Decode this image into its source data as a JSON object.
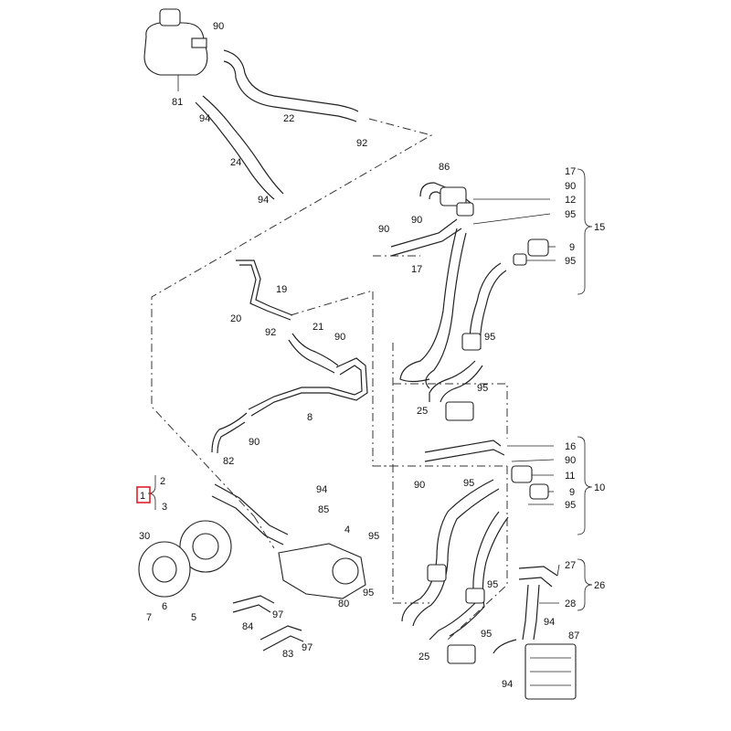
{
  "callouts": {
    "c81": "81",
    "c90a": "90",
    "c94a": "94",
    "c22": "22",
    "c92a": "92",
    "c24": "24",
    "c94b": "94",
    "c86": "86",
    "c90b": "90",
    "c90c": "90",
    "c17a": "17",
    "c19": "19",
    "c20": "20",
    "c92b": "92",
    "c21": "21",
    "c90d": "90",
    "c95a": "95",
    "c95b": "95",
    "c25a": "25",
    "c8": "8",
    "c82": "82",
    "c90e": "90",
    "c90f": "90",
    "c95c": "95",
    "c2": "2",
    "c1": "1",
    "c3": "3",
    "c94c": "94",
    "c85": "85",
    "c30": "30",
    "c7": "7",
    "c6": "6",
    "c5": "5",
    "c4": "4",
    "c95d": "95",
    "c95e": "95",
    "c80": "80",
    "c97a": "97",
    "c97b": "97",
    "c84": "84",
    "c83": "83",
    "c95f": "95",
    "c95g": "95",
    "c25b": "25",
    "c94d": "94",
    "c94e": "94",
    "c87": "87"
  },
  "group_15": {
    "items": [
      "17",
      "90",
      "12",
      "95",
      "9",
      "95"
    ],
    "group_label": "15"
  },
  "group_10": {
    "items": [
      "16",
      "90",
      "11",
      "9",
      "95"
    ],
    "group_label": "10"
  },
  "group_26": {
    "items": [
      "27",
      "28"
    ],
    "group_label": "26"
  },
  "highlight_color": "#e0202a"
}
